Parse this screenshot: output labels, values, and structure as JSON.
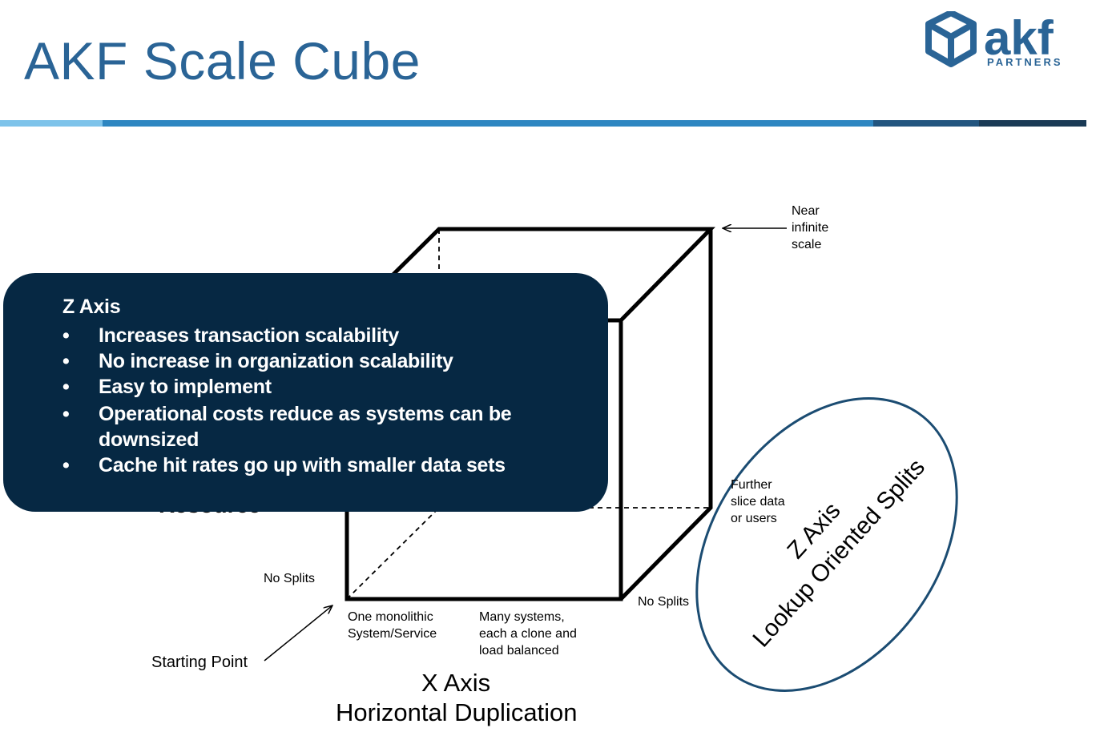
{
  "slide": {
    "title": "AKF Scale Cube"
  },
  "logo": {
    "name": "akf",
    "sub": "PARTNERS",
    "color": "#2a6496",
    "icon": "cube-logo-icon"
  },
  "colors": {
    "rule": [
      "#7ec3ea",
      "#2e86c1",
      "#22557f",
      "#1a3a55"
    ],
    "overlay": "#062843",
    "ellipse": "#1b4c72"
  },
  "labels": {
    "near_infinite": "Near\ninfinite\nscale",
    "further_slice": "Further\nslice data\nor users",
    "no_splits_left": "No Splits",
    "no_splits_right": "No Splits",
    "one_monolithic": "One monolithic\nSystem/Service",
    "many_systems": "Many systems,\neach a clone and\nload balanced",
    "starting_point": "Starting Point",
    "x_axis": "X Axis",
    "x_axis_sub": "Horizontal Duplication",
    "hidden_fragment": "Resource"
  },
  "z_ellipse": {
    "line1": "Z Axis",
    "line2": "Lookup Oriented Splits"
  },
  "overlay": {
    "heading": "Z Axis",
    "bullets": [
      {
        "marker": "•",
        "text": "Increases transaction scalability"
      },
      {
        "marker": "•",
        "text": "No increase in organization scalability"
      },
      {
        "marker": "•",
        "text": "Easy to implement"
      },
      {
        "marker": "•",
        "text": "Operational costs reduce as systems can be downsized"
      },
      {
        "marker": "•",
        "text": "Cache hit rates go up with smaller data sets"
      }
    ]
  }
}
